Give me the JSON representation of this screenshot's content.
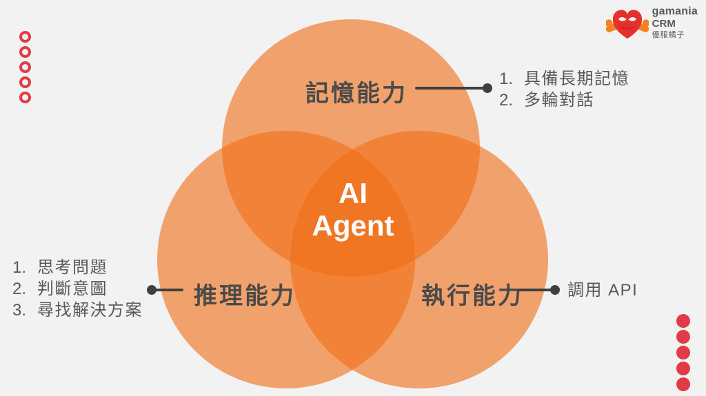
{
  "colors": {
    "background": "#F2F2F2",
    "circle_fill": "rgba(240,112,25,0.62)",
    "label_text": "#4A4A4A",
    "annotation_text": "#595959",
    "connector": "#3F3F3F",
    "center_text": "#FFFFFF",
    "accent_red": "#E23A47",
    "heart_red": "#E5312B",
    "arm_orange": "#F58220",
    "brand_text": "#58595B"
  },
  "venn": {
    "center": {
      "line1": "AI",
      "line2": "Agent"
    },
    "memory": {
      "label": "記憶能力"
    },
    "reasoning": {
      "label": "推理能力"
    },
    "execution": {
      "label": "執行能力"
    }
  },
  "annotations": {
    "memory": {
      "numbered": true,
      "items": [
        "具備長期記憶",
        "多輪對話"
      ]
    },
    "reasoning": {
      "numbered": true,
      "items": [
        "思考問題",
        "判斷意圖",
        "尋找解決方案"
      ]
    },
    "execution": {
      "numbered": false,
      "items": [
        "調用 API"
      ]
    }
  },
  "logo": {
    "brand": "gamania",
    "product": "CRM",
    "subtitle": "優服橘子"
  },
  "decor": {
    "rings": {
      "count": 5
    },
    "dots": {
      "count": 5
    }
  }
}
